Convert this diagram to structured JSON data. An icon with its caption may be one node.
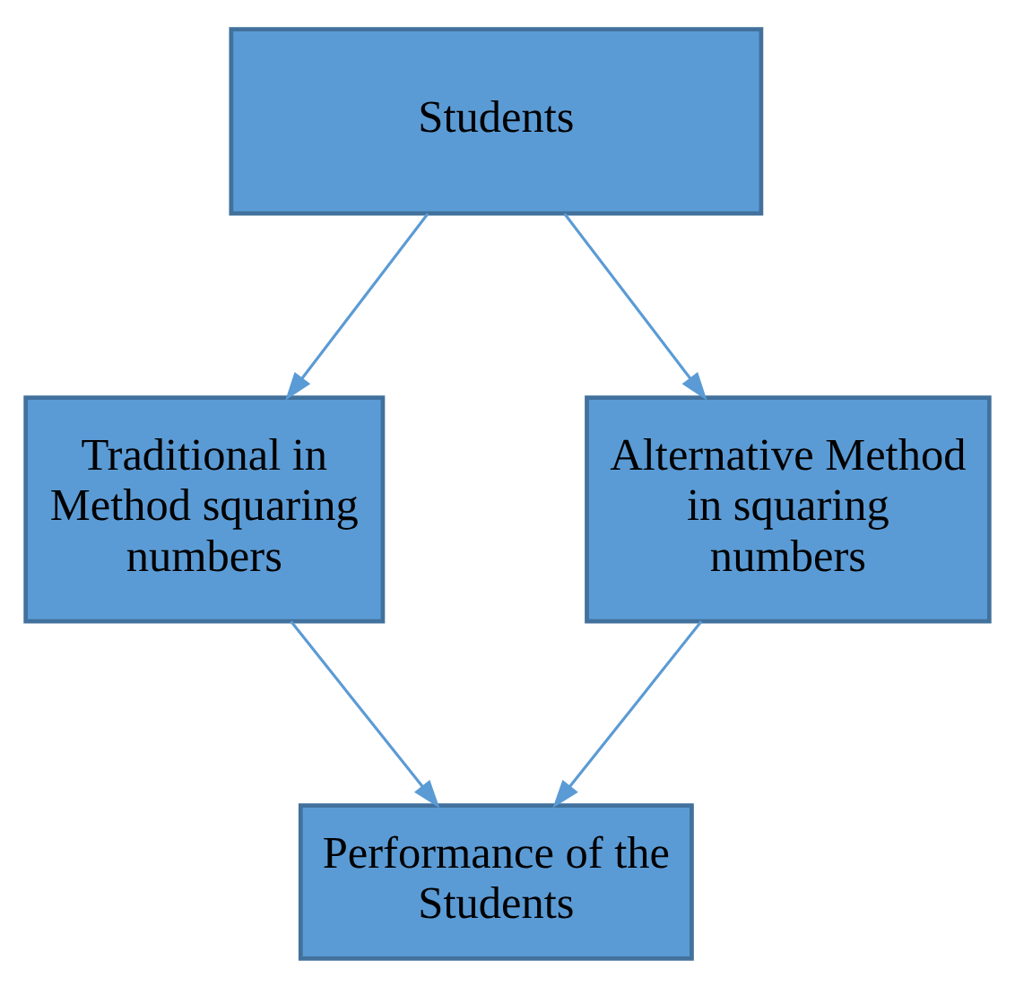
{
  "diagram": {
    "nodes": [
      {
        "text": [
          "Students"
        ]
      },
      {
        "text": [
          "Traditional in Method squaring numbers"
        ]
      },
      {
        "text": [
          "Alternative Method in squaring numbers"
        ]
      },
      {
        "text": [
          "Performance of the Students"
        ]
      }
    ],
    "edges": [
      {
        "from": 0,
        "to": 1,
        "arrow": "to"
      },
      {
        "from": 0,
        "to": 2,
        "arrow": "to"
      },
      {
        "from": 1,
        "to": 3,
        "arrow": "to"
      },
      {
        "from": 2,
        "to": 3,
        "arrow": "to"
      }
    ]
  }
}
